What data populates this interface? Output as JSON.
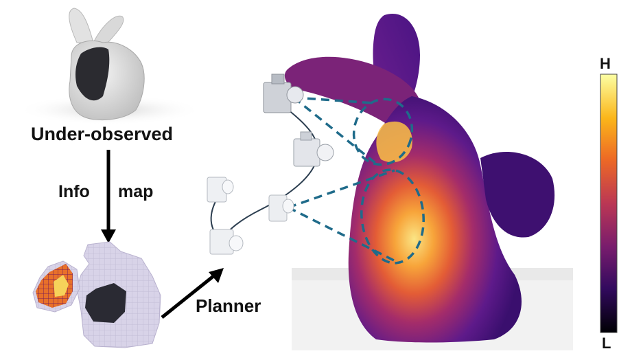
{
  "labels": {
    "under_observed": "Under-observed",
    "info": "Info",
    "map": "map",
    "planner": "Planner"
  },
  "colorbar": {
    "high": "H",
    "low": "L",
    "colormap": "inferno",
    "stops": [
      "#000004",
      "#320a5e",
      "#781c6d",
      "#bb3754",
      "#ed6925",
      "#fbb61a",
      "#fcffa4"
    ]
  },
  "colors": {
    "path_dashes": "#1f6b8a",
    "camera_body": "#e4e6ea",
    "mesh_gray": "#dcdcdc",
    "voxel_lilac": "#d6d1e6",
    "unobserved_patch": "#2a2a33"
  }
}
